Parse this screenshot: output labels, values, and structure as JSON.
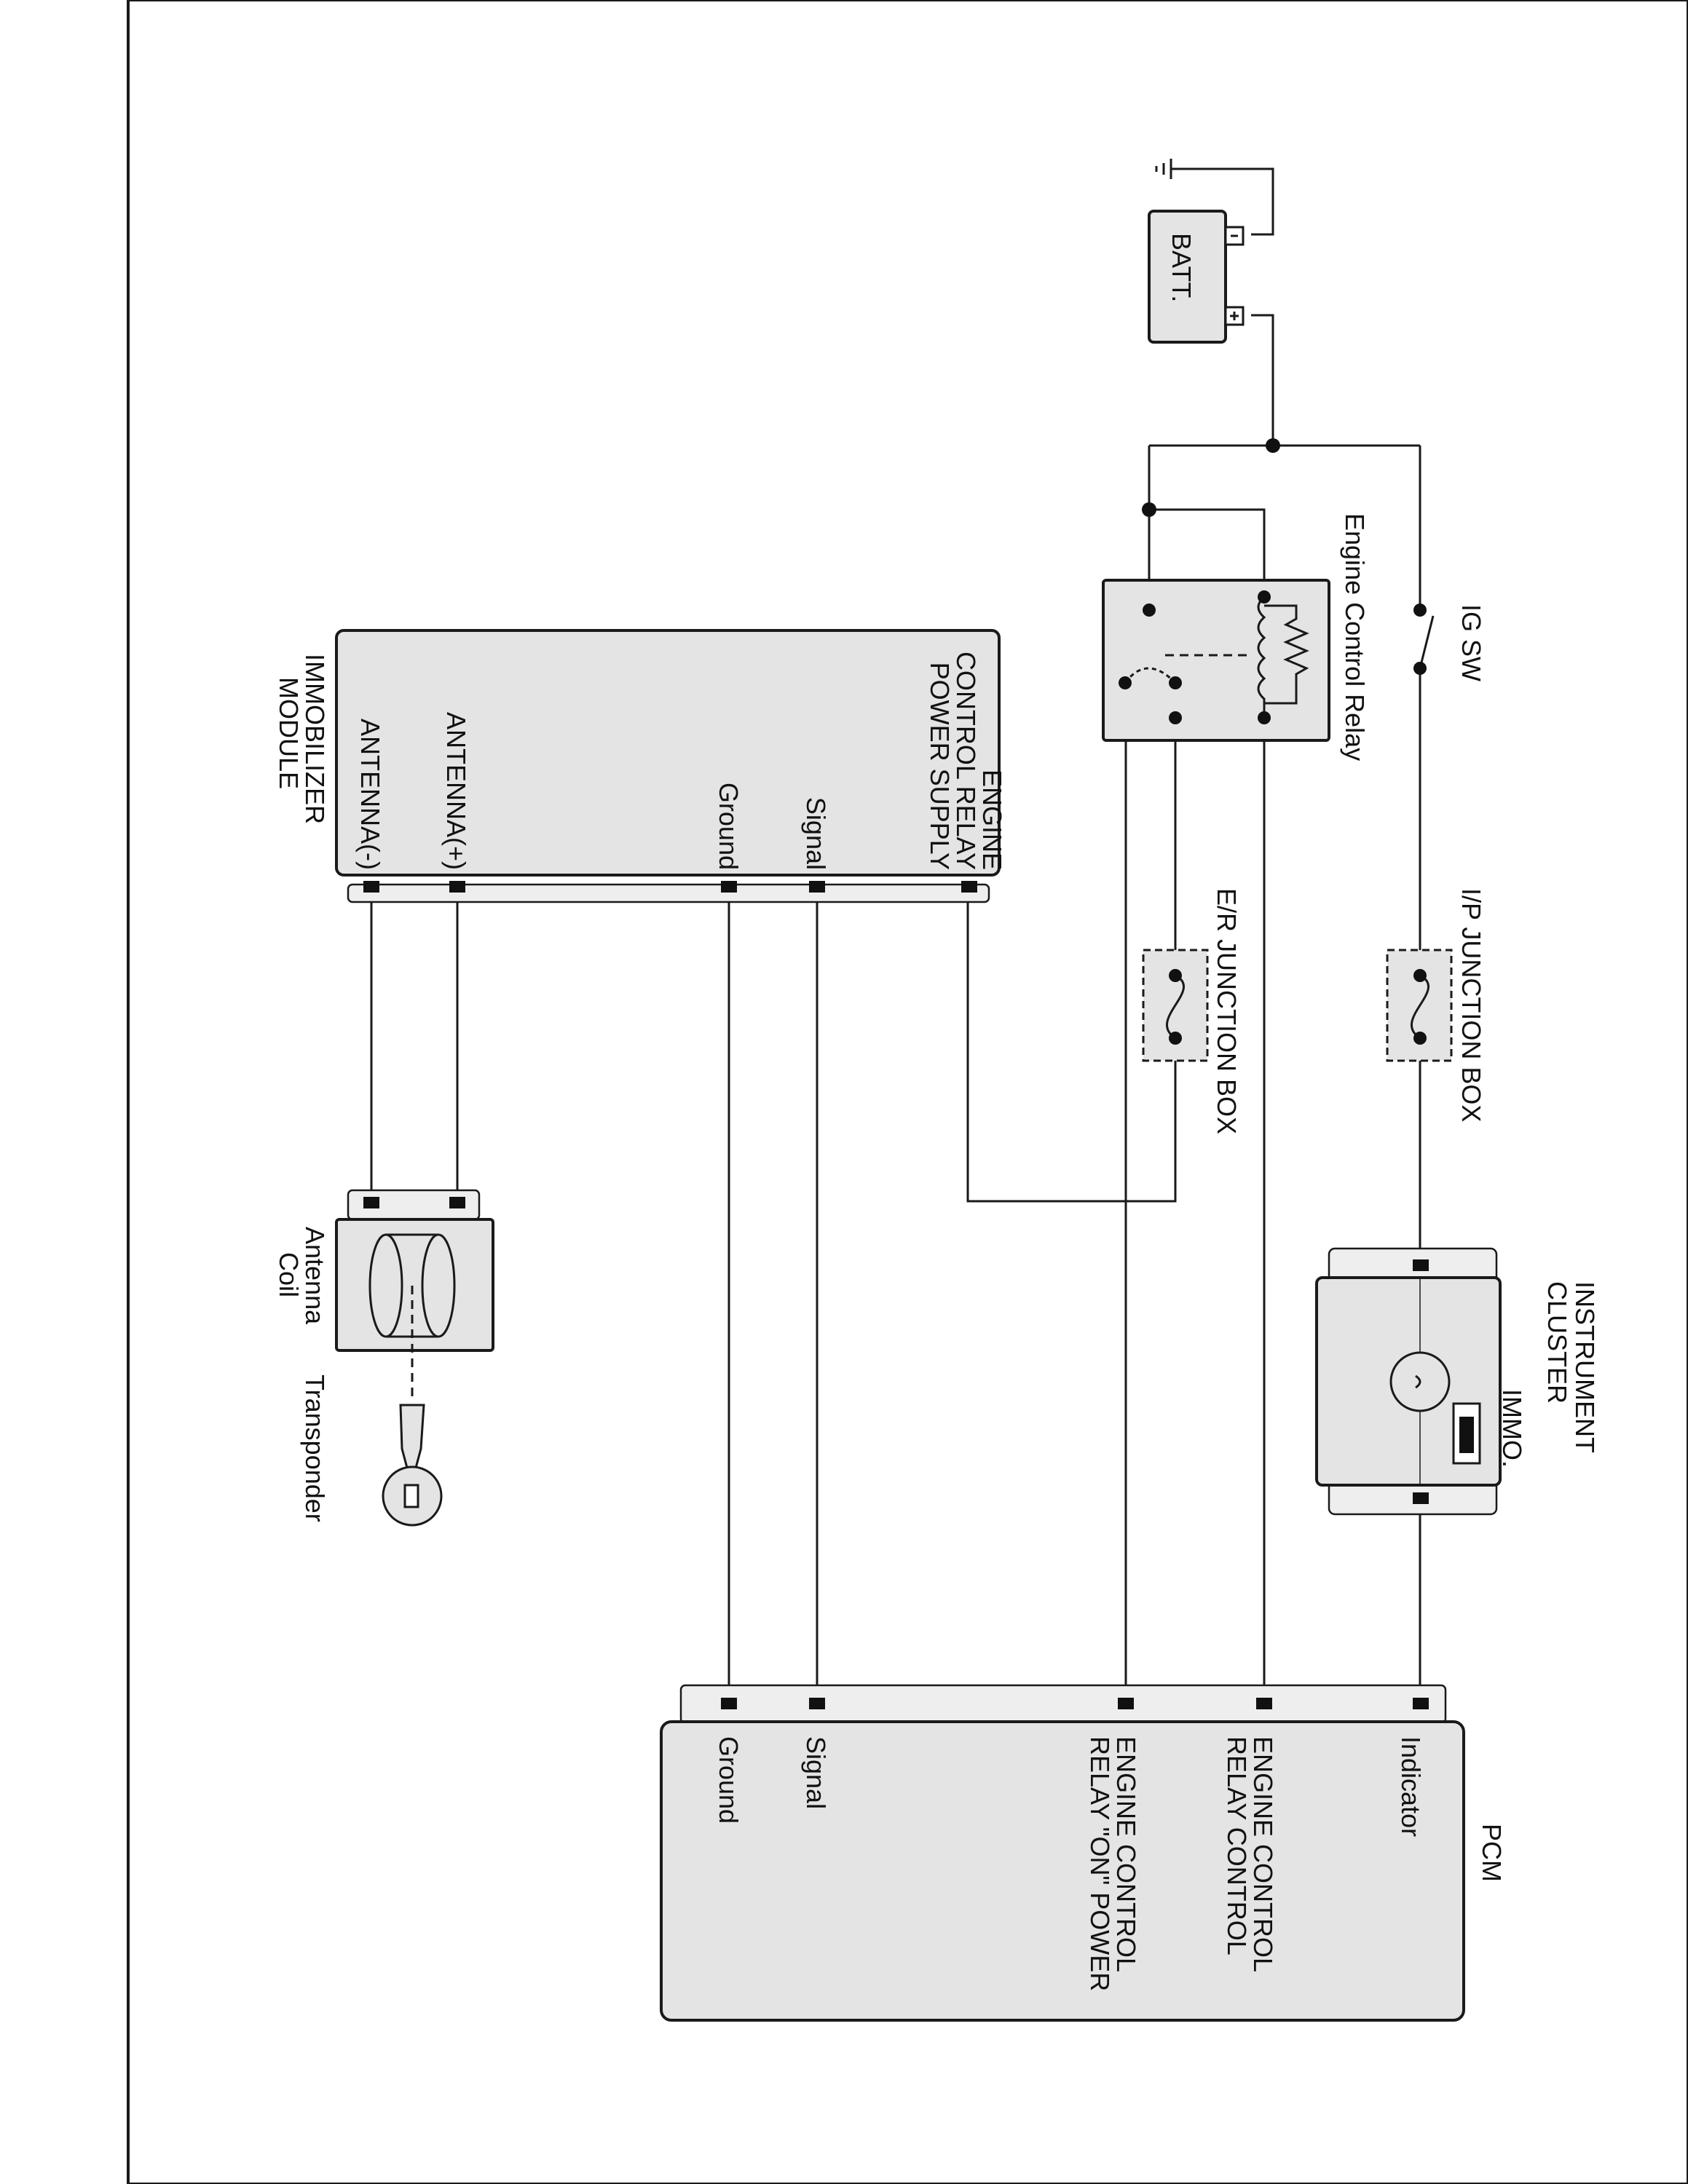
{
  "battery": {
    "label": "BATT."
  },
  "ig_switch": {
    "label": "IG SW"
  },
  "engine_control_relay": {
    "label": "Engine Control Relay"
  },
  "ip_junction_box": {
    "label": "I/P JUNCTION BOX"
  },
  "er_junction_box": {
    "label": "E/R JUNCTION BOX"
  },
  "instrument_cluster": {
    "label_lines": [
      "INSTRUMENT",
      "CLUSTER"
    ],
    "immo_label": "IMMO."
  },
  "immobilizer_module": {
    "label_lines": [
      "IMMOBILIZER",
      "MODULE"
    ],
    "pins": [
      {
        "lines": [
          "ENGINE",
          "CONTROL RELAY",
          "POWER SUPPLY"
        ]
      },
      {
        "lines": [
          "Signal"
        ]
      },
      {
        "lines": [
          "Ground"
        ]
      },
      {
        "lines": [
          "ANTENNA(+)"
        ]
      },
      {
        "lines": [
          "ANTENNA(-)"
        ]
      }
    ]
  },
  "antenna_coil": {
    "label_lines": [
      "Antenna",
      "Coil"
    ]
  },
  "transponder": {
    "label": "Transponder"
  },
  "pcm": {
    "label": "PCM",
    "pins": [
      {
        "lines": [
          "Indicator"
        ]
      },
      {
        "lines": [
          "ENGINE CONTROL",
          "RELAY CONTROL"
        ]
      },
      {
        "lines": [
          "ENGINE CONTROL",
          "RELAY \"ON\" POWER"
        ]
      },
      {
        "lines": [
          "Signal"
        ]
      },
      {
        "lines": [
          "Ground"
        ]
      }
    ]
  }
}
